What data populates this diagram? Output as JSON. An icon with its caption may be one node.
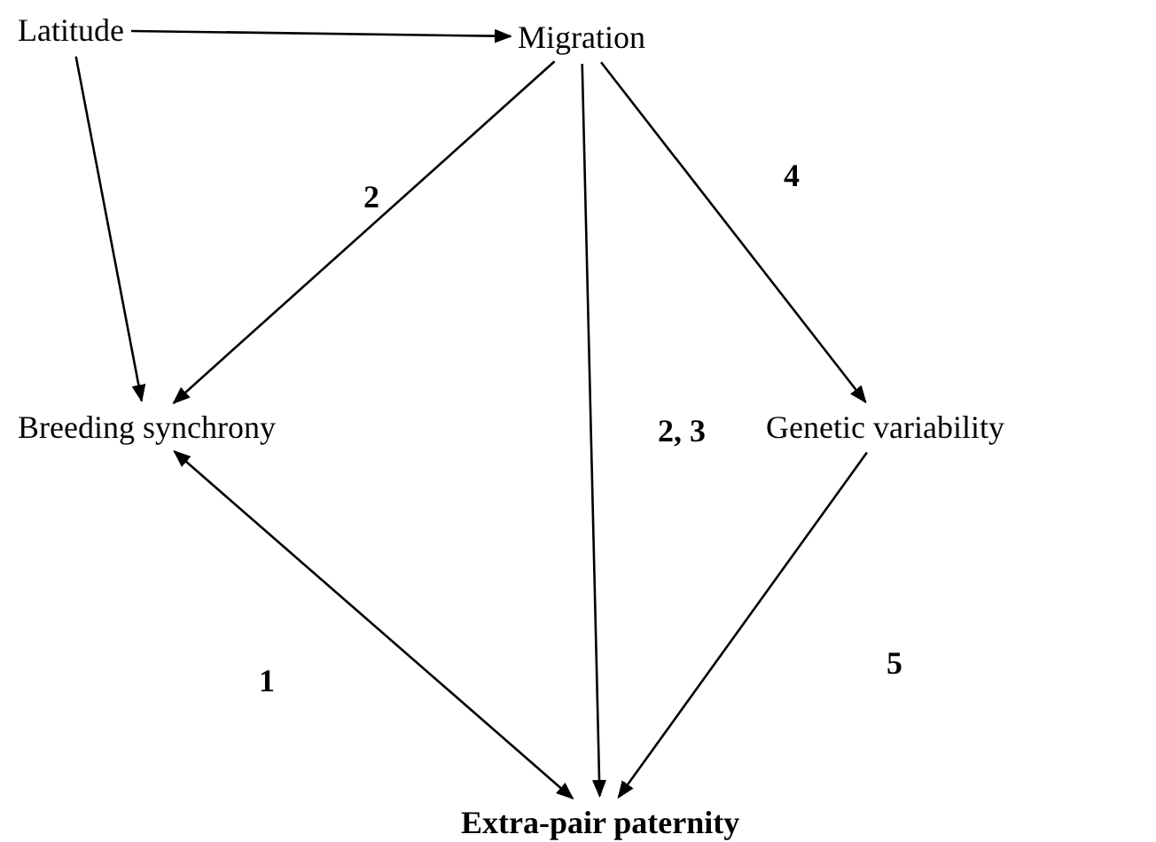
{
  "diagram": {
    "nodes": [
      {
        "text": [
          "Latitude"
        ]
      },
      {
        "text": [
          "Migration"
        ]
      },
      {
        "text": [
          "Breeding synchrony"
        ]
      },
      {
        "text": [
          "Genetic variability"
        ]
      },
      {
        "text": [
          "Extra-pair paternity"
        ]
      }
    ],
    "edges": [
      {
        "from": 0,
        "to": 1,
        "arrow": "to"
      },
      {
        "from": 0,
        "to": 2,
        "arrow": "to"
      },
      {
        "from": 1,
        "to": 2,
        "arrow": "to"
      },
      {
        "from": 1,
        "to": 4,
        "arrow": "to"
      },
      {
        "from": 1,
        "to": 3,
        "arrow": "to"
      },
      {
        "from": 2,
        "to": 4,
        "arrow": "both"
      },
      {
        "from": 3,
        "to": 4,
        "arrow": "to"
      }
    ],
    "labels": [
      "2",
      "4",
      "2, 3",
      "1",
      "5"
    ]
  }
}
